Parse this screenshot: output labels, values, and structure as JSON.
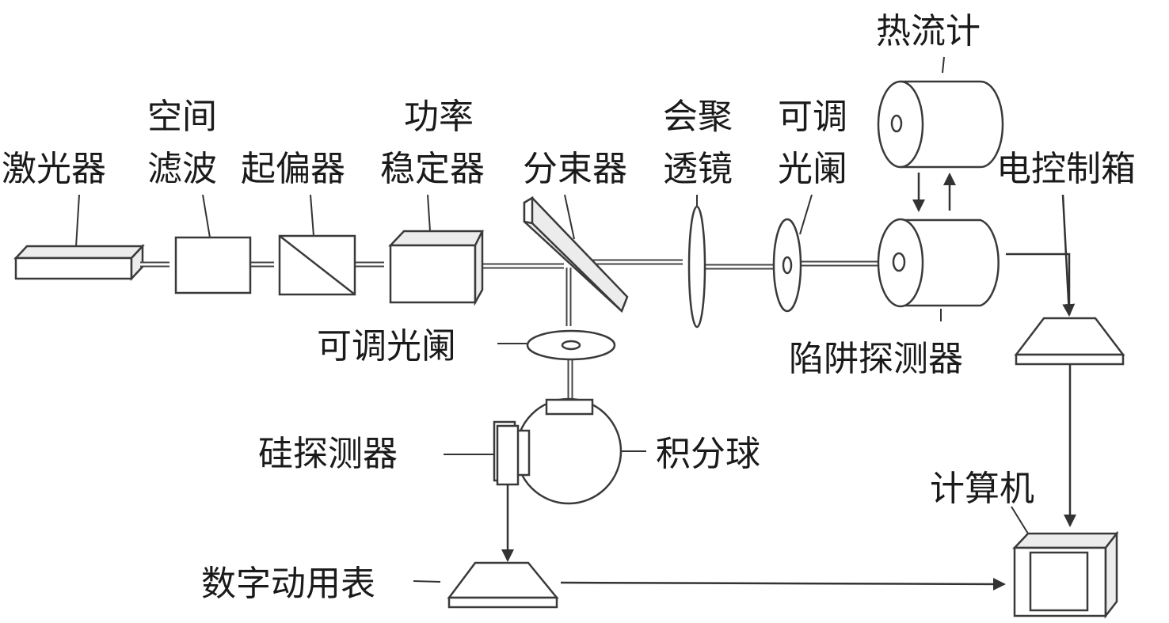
{
  "title": "Laser power measurement setup",
  "components": {
    "laser": {
      "label": "激光器"
    },
    "spatial_filter": {
      "label_line1": "空间",
      "label_line2": "滤波"
    },
    "polarizer": {
      "label": "起偏器"
    },
    "power_stabilizer": {
      "label_line1": "功率",
      "label_line2": "稳定器"
    },
    "beam_splitter": {
      "label": "分束器"
    },
    "focusing_lens": {
      "label_line1": "会聚",
      "label_line2": "透镜"
    },
    "iris_top": {
      "label_line1": "可调",
      "label_line2": "光阑"
    },
    "heat_flow_meter": {
      "label": "热流计"
    },
    "trap_detector": {
      "label": "陷阱探测器"
    },
    "control_box": {
      "label": "电控制箱"
    },
    "iris_bottom": {
      "label": "可调光阑"
    },
    "silicon_detector": {
      "label": "硅探测器"
    },
    "integrating_sphere": {
      "label": "积分球"
    },
    "multimeter": {
      "label": "数字动用表"
    },
    "computer": {
      "label": "计算机"
    }
  }
}
